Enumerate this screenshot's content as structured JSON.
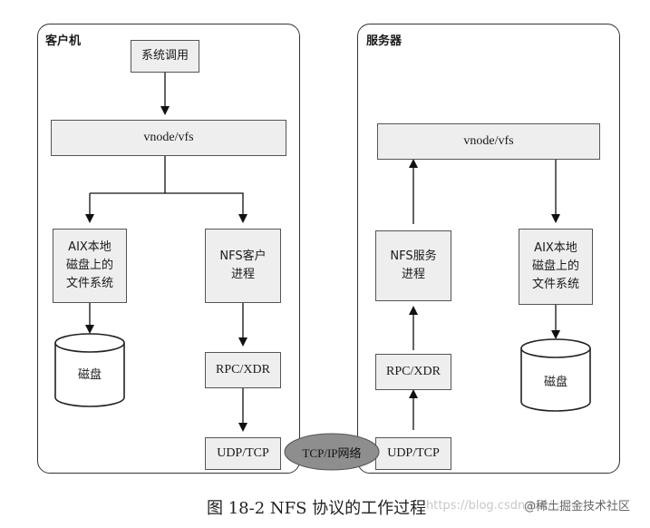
{
  "client": {
    "title": "客户机",
    "syscall": "系统调用",
    "vnode": "vnode/vfs",
    "aix_fs": "AIX本地\n磁盘上的\n文件系统",
    "disk": "磁盘",
    "nfs_client": "NFS客户\n进程",
    "rpc": "RPC/XDR",
    "udp": "UDP/TCP"
  },
  "server": {
    "title": "服务器",
    "vnode": "vnode/vfs",
    "nfs_server": "NFS服务\n进程",
    "aix_fs": "AIX本地\n磁盘上的\n文件系统",
    "disk": "磁盘",
    "rpc": "RPC/XDR",
    "udp": "UDP/TCP"
  },
  "network": "TCP/IP网络",
  "caption": "图 18-2   NFS 协议的工作过程",
  "watermark": "@稀土掘金技术社区",
  "watermark_faint": "https://blog.csdn.net/..."
}
